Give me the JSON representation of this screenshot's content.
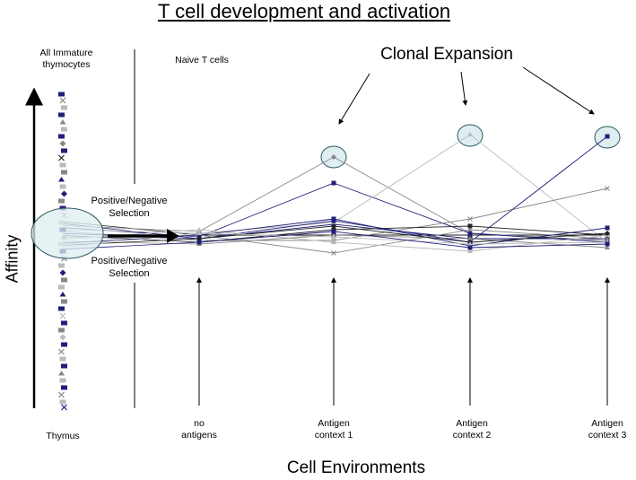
{
  "title": "T cell development and activation",
  "labels": {
    "immature": [
      "All Immature",
      "thymocytes"
    ],
    "naive": "Naive T cells",
    "clonal": "Clonal Expansion",
    "selection_top": [
      "Positive/Negative",
      "Selection"
    ],
    "selection_bottom": [
      "Positive/Negative",
      "Selection"
    ],
    "affinity": "Affinity",
    "cell_env": "Cell Environments"
  },
  "columns": [
    {
      "label": [
        "Thymus"
      ]
    },
    {
      "label": [
        "no",
        "antigens"
      ]
    },
    {
      "label": [
        "Antigen",
        "context 1"
      ]
    },
    {
      "label": [
        "Antigen",
        "context 2"
      ]
    },
    {
      "label": [
        "Antigen",
        "context 3"
      ]
    }
  ],
  "colors": {
    "navy": "#1f1f7a",
    "dark": "#222222",
    "gray": "#888888",
    "light": "#bbbbbb",
    "circle_fill": "#dfeef0",
    "circle_stroke": "#2b5a60"
  }
}
